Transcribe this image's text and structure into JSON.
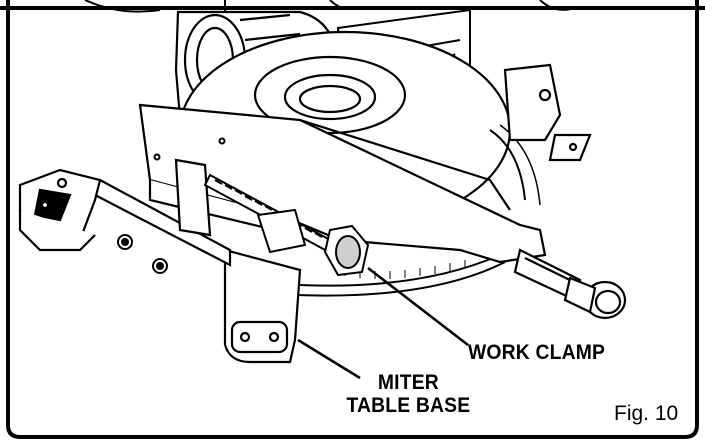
{
  "labels": {
    "work_clamp": "WORK CLAMP",
    "miter_table_base_line1": "MITER",
    "miter_table_base_line2": "TABLE BASE"
  },
  "figure_caption": "Fig. 10",
  "colors": {
    "ink": "#000000",
    "paper": "#ffffff",
    "shade": "#cfcfcf"
  }
}
